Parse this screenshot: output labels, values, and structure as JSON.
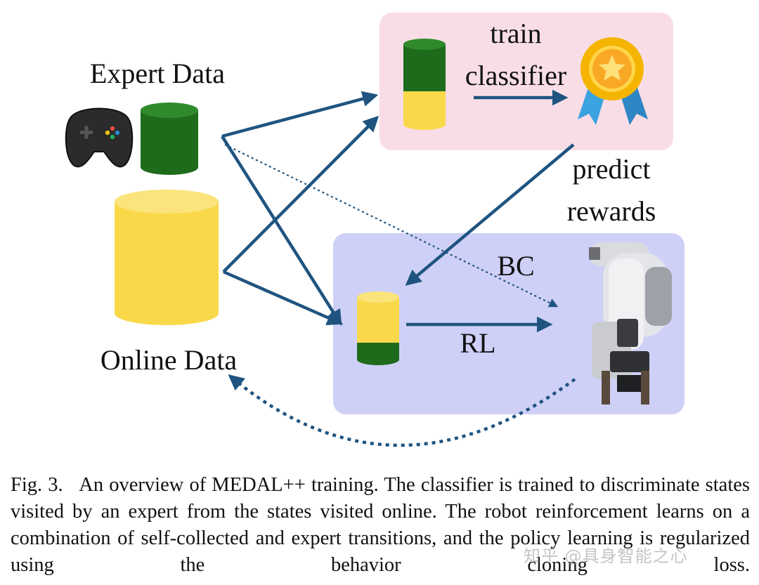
{
  "labels": {
    "expert_data": "Expert Data",
    "online_data": "Online Data",
    "train_line1": "train",
    "train_line2": "classifier",
    "predict_line1": "predict",
    "predict_line2": "rewards",
    "bc": "BC",
    "rl": "RL"
  },
  "caption": {
    "prefix": "Fig. 3.",
    "text": "An overview of MEDAL++ training. The classifier is trained to discriminate states visited by an expert from the states visited online. The robot reinforcement learns on a combination of self-collected and expert transitions, and the policy learning is regularized using the behavior cloning loss."
  },
  "watermark": "知乎 @具身智能之心",
  "colors": {
    "expert_green": "#1e6b1c",
    "online_yellow": "#f9d94a",
    "arrow_blue": "#1f5480",
    "classifier_panel": "#f9dde6",
    "policy_panel": "#cfd0f7",
    "badge_gold": "#f5b400",
    "ribbon_blue": "#3aa3e0"
  },
  "icons": [
    "gamepad-icon",
    "award-badge-icon",
    "robot-arm-icon"
  ]
}
